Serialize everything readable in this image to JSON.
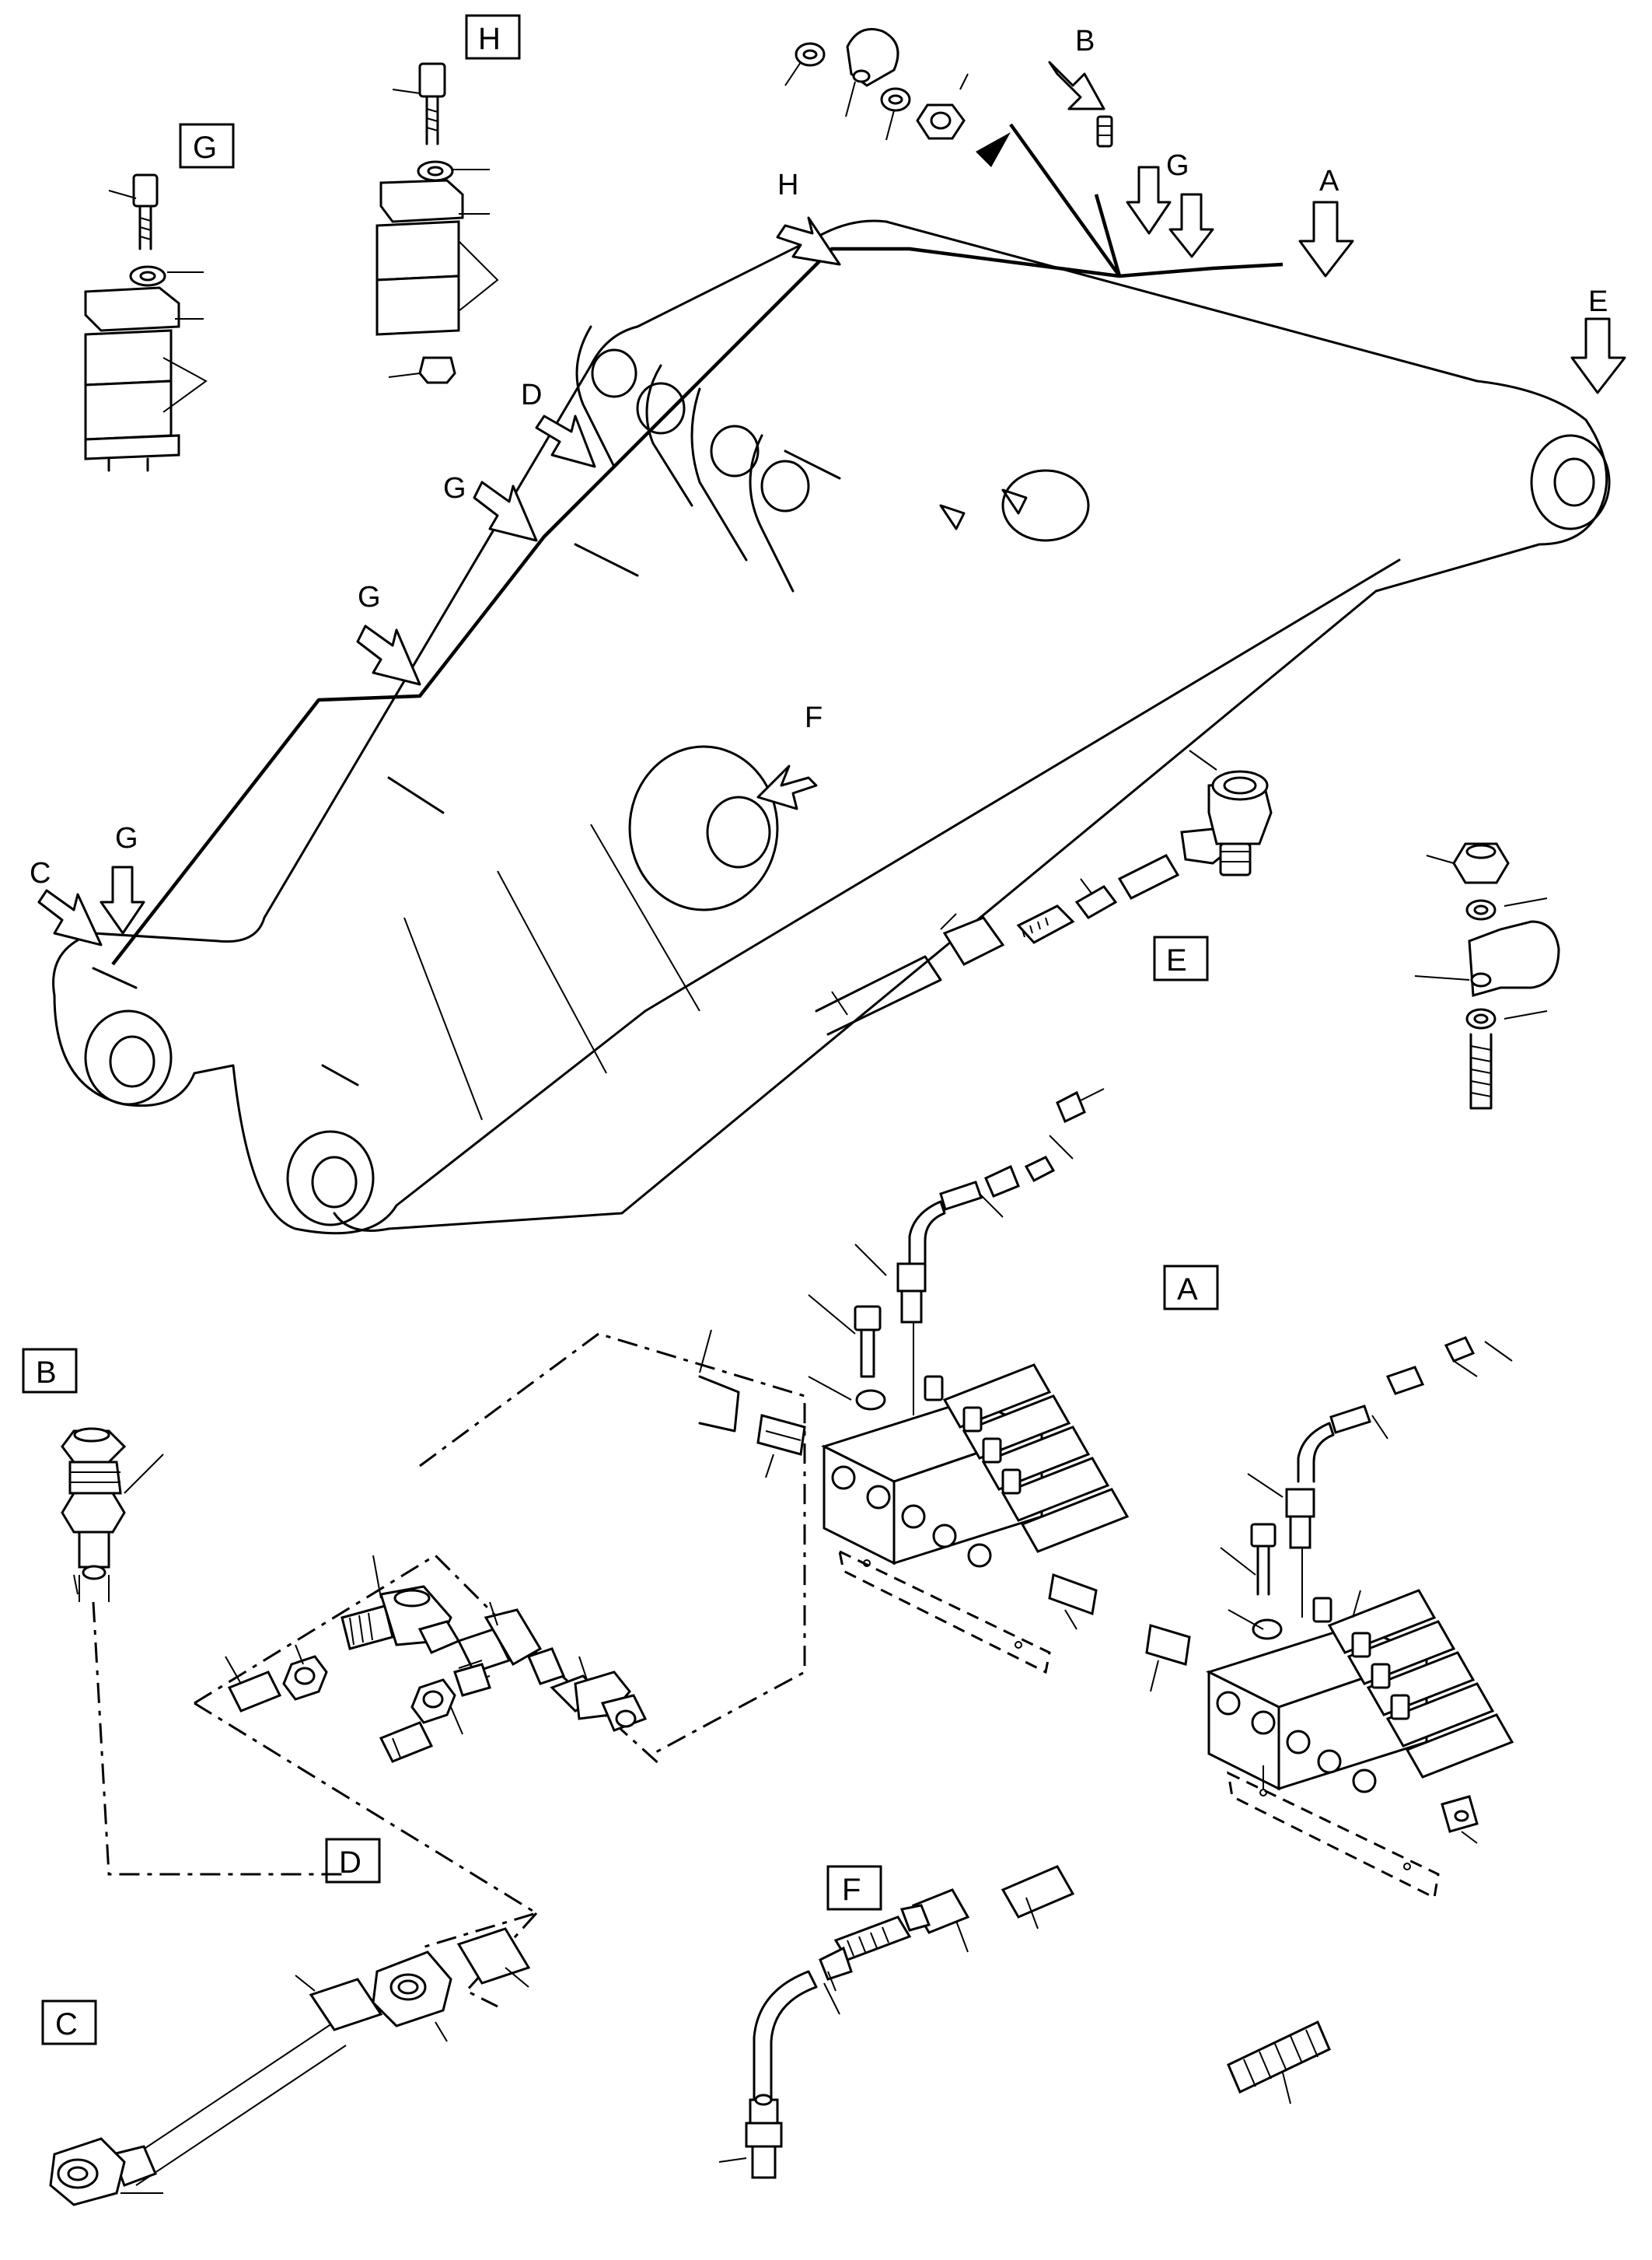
{
  "diagram": {
    "view_labels": {
      "A": "A",
      "B": "B",
      "C": "C",
      "D": "D",
      "E": "E",
      "F": "F",
      "G": "G",
      "H": "H"
    },
    "colors": {
      "line": "#000000",
      "background": "#ffffff"
    }
  }
}
